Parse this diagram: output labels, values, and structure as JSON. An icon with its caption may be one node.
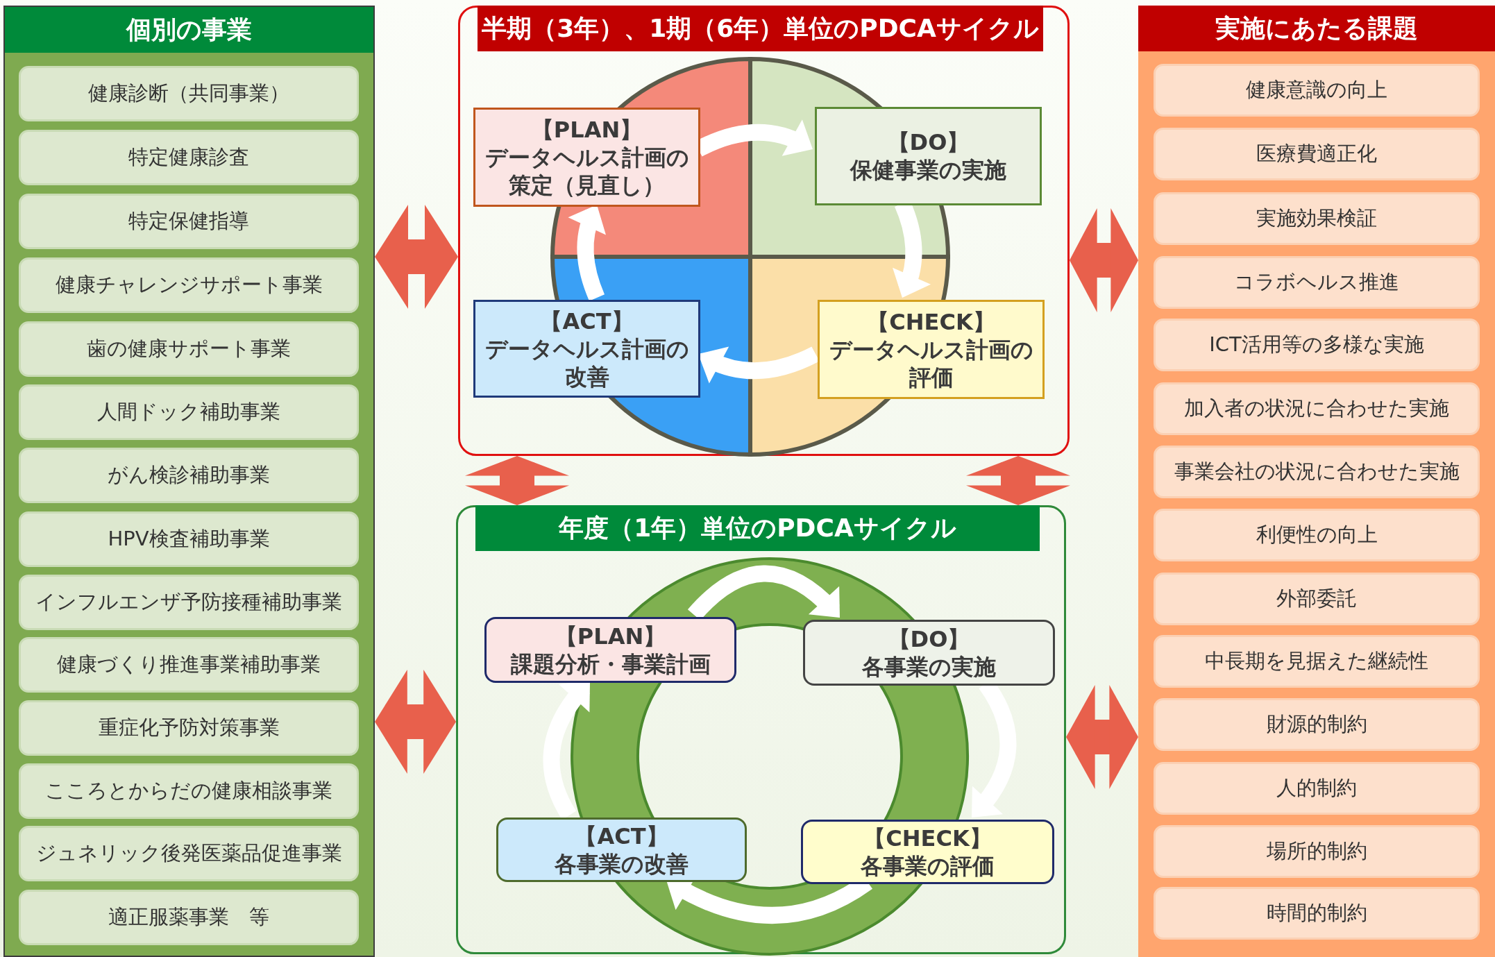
{
  "diagram": {
    "nodes": [
      {
        "text": [
          "個別の事業"
        ]
      },
      {
        "text": [
          "健康診断（共同事業）"
        ],
        "in": 0
      },
      {
        "text": [
          "特定健康診査"
        ],
        "in": 0
      },
      {
        "text": [
          "特定保健指導"
        ],
        "in": 0
      },
      {
        "text": [
          "健康チャレンジサポート事業"
        ],
        "in": 0
      },
      {
        "text": [
          "歯の健康サポート事業"
        ],
        "in": 0
      },
      {
        "text": [
          "人間ドック補助事業"
        ],
        "in": 0
      },
      {
        "text": [
          "がん検診補助事業"
        ],
        "in": 0
      },
      {
        "text": [
          "HPV検査補助事業"
        ],
        "in": 0
      },
      {
        "text": [
          "インフルエンザ予防接種補助事業"
        ],
        "in": 0
      },
      {
        "text": [
          "健康づくり推進事業補助事業"
        ],
        "in": 0
      },
      {
        "text": [
          "重症化予防対策事業"
        ],
        "in": 0
      },
      {
        "text": [
          "こころとからだの健康相談事業"
        ],
        "in": 0
      },
      {
        "text": [
          "ジュネリック後発医薬品促進事業"
        ],
        "in": 0
      },
      {
        "text": [
          "適正服薬事業　等"
        ],
        "in": 0
      },
      {
        "text": [
          "半期（3年）、1期（6年）単位のPDCAサイクル"
        ]
      },
      {
        "text": [
          "【PLAN】",
          "データヘルス計画の策定（見直し）"
        ],
        "in": 15
      },
      {
        "text": [
          "【DO】",
          "保健事業の実施"
        ],
        "in": 15
      },
      {
        "text": [
          "【CHECK】",
          "データヘルス計画の評価"
        ],
        "in": 15
      },
      {
        "text": [
          "【ACT】",
          "データヘルス計画の改善"
        ],
        "in": 15
      },
      {
        "text": [
          "年度（1年）単位のPDCAサイクル"
        ]
      },
      {
        "text": [
          "【PLAN】",
          "課題分析・事業計画"
        ],
        "in": 20
      },
      {
        "text": [
          "【DO】",
          "各事業の実施"
        ],
        "in": 20
      },
      {
        "text": [
          "【CHECK】",
          "各事業の評価"
        ],
        "in": 20
      },
      {
        "text": [
          "【ACT】",
          "各事業の改善"
        ],
        "in": 20
      },
      {
        "text": [
          "実施にあたる課題"
        ]
      },
      {
        "text": [
          "健康意識の向上"
        ],
        "in": 25
      },
      {
        "text": [
          "医療費適正化"
        ],
        "in": 25
      },
      {
        "text": [
          "実施効果検証"
        ],
        "in": 25
      },
      {
        "text": [
          "コラボヘルス推進"
        ],
        "in": 25
      },
      {
        "text": [
          "ICT活用等の多様な実施"
        ],
        "in": 25
      },
      {
        "text": [
          "加入者の状況に合わせた実施"
        ],
        "in": 25
      },
      {
        "text": [
          "事業会社の状況に合わせた実施"
        ],
        "in": 25
      },
      {
        "text": [
          "利便性の向上"
        ],
        "in": 25
      },
      {
        "text": [
          "外部委託"
        ],
        "in": 25
      },
      {
        "text": [
          "中長期を見据えた継続性"
        ],
        "in": 25
      },
      {
        "text": [
          "財源的制約"
        ],
        "in": 25
      },
      {
        "text": [
          "人的制約"
        ],
        "in": 25
      },
      {
        "text": [
          "場所的制約"
        ],
        "in": 25
      },
      {
        "text": [
          "時間的制約"
        ],
        "in": 25
      }
    ],
    "edges": [
      {
        "from": 16,
        "to": 17,
        "arrow": "to"
      },
      {
        "from": 17,
        "to": 18,
        "arrow": "to"
      },
      {
        "from": 18,
        "to": 19,
        "arrow": "to"
      },
      {
        "from": 19,
        "to": 16,
        "arrow": "to"
      },
      {
        "from": 21,
        "to": 22,
        "arrow": "to"
      },
      {
        "from": 22,
        "to": 23,
        "arrow": "to"
      },
      {
        "from": 23,
        "to": 24,
        "arrow": "to"
      },
      {
        "from": 24,
        "to": 21,
        "arrow": "to"
      },
      {
        "from": 0,
        "to": 15,
        "arrow": "both",
        "style": "thick",
        "color": "#e8604c"
      },
      {
        "from": 0,
        "to": 20,
        "arrow": "both",
        "style": "thick",
        "color": "#e8604c"
      },
      {
        "from": 15,
        "to": 25,
        "arrow": "both",
        "style": "thick",
        "color": "#e8604c"
      },
      {
        "from": 20,
        "to": 25,
        "arrow": "both",
        "style": "thick",
        "color": "#e8604c"
      },
      {
        "from": 15,
        "to": 20,
        "arrow": "both",
        "style": "thick",
        "color": "#e8604c"
      },
      {
        "from": 15,
        "to": 20,
        "arrow": "both",
        "style": "thick",
        "color": "#e8604c"
      }
    ]
  }
}
